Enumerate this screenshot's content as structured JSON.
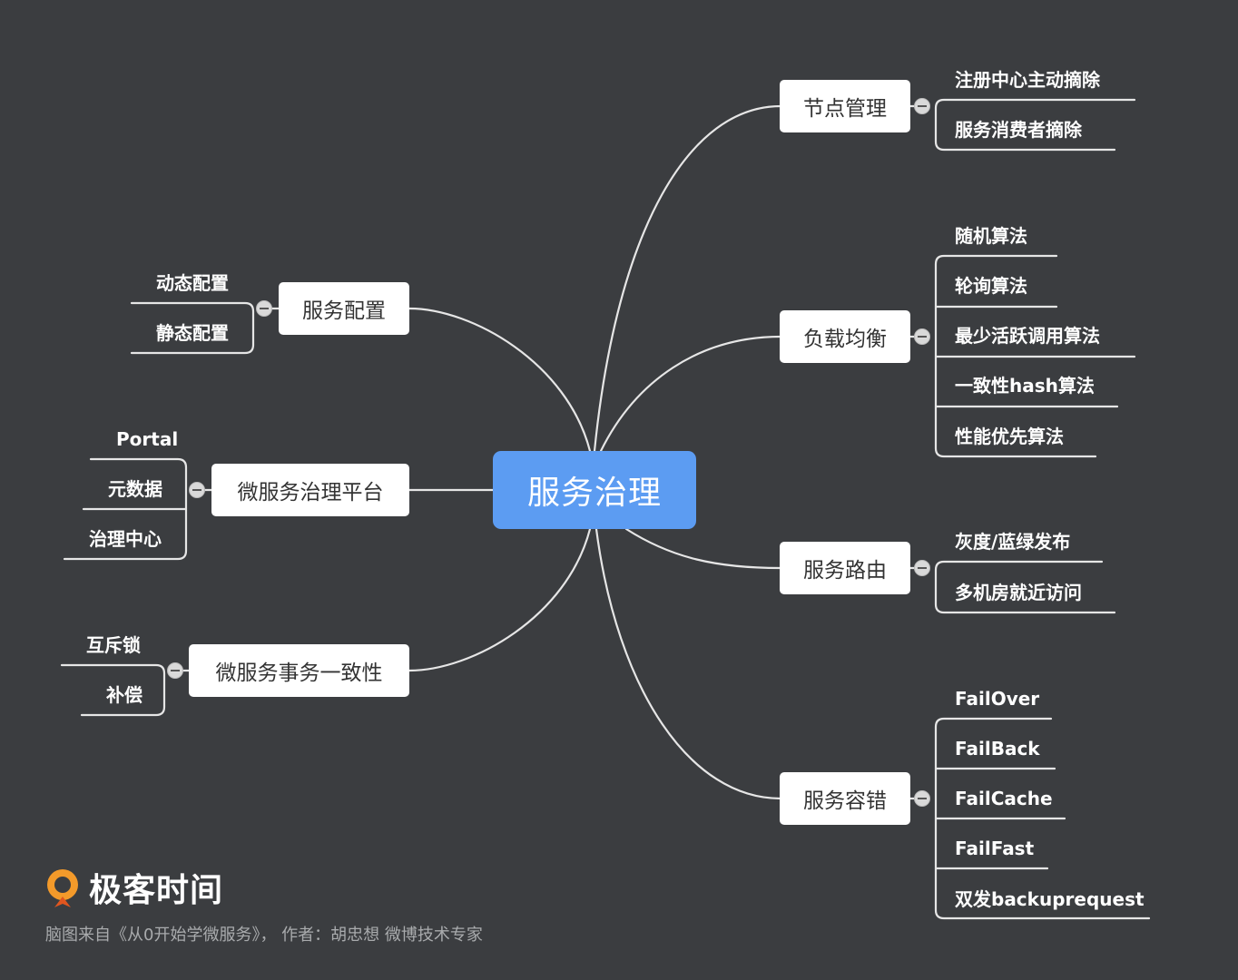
{
  "root": "服务治理",
  "right": {
    "node_mgmt": {
      "label": "节点管理",
      "leaves": [
        "注册中心主动摘除",
        "服务消费者摘除"
      ]
    },
    "load_balance": {
      "label": "负载均衡",
      "leaves": [
        "随机算法",
        "轮询算法",
        "最少活跃调用算法",
        "一致性hash算法",
        "性能优先算法"
      ]
    },
    "routing": {
      "label": "服务路由",
      "leaves": [
        "灰度/蓝绿发布",
        "多机房就近访问"
      ]
    },
    "fault_tolerance": {
      "label": "服务容错",
      "leaves": [
        "FailOver",
        "FailBack",
        "FailCache",
        "FailFast",
        "双发backuprequest"
      ]
    }
  },
  "left": {
    "config": {
      "label": "服务配置",
      "leaves": [
        "动态配置",
        "静态配置"
      ]
    },
    "platform": {
      "label": "微服务治理平台",
      "leaves": [
        "Portal",
        "元数据",
        "治理中心"
      ]
    },
    "transaction": {
      "label": "微服务事务一致性",
      "leaves": [
        "互斥锁",
        "补偿"
      ]
    }
  },
  "brand": "极客时间",
  "credit": "脑图来自《从0开始学微服务》， 作者：胡忠想 微博技术专家",
  "colors": {
    "background": "#3b3d40",
    "root": "#5c9cf2",
    "line": "#e6e6e6"
  }
}
